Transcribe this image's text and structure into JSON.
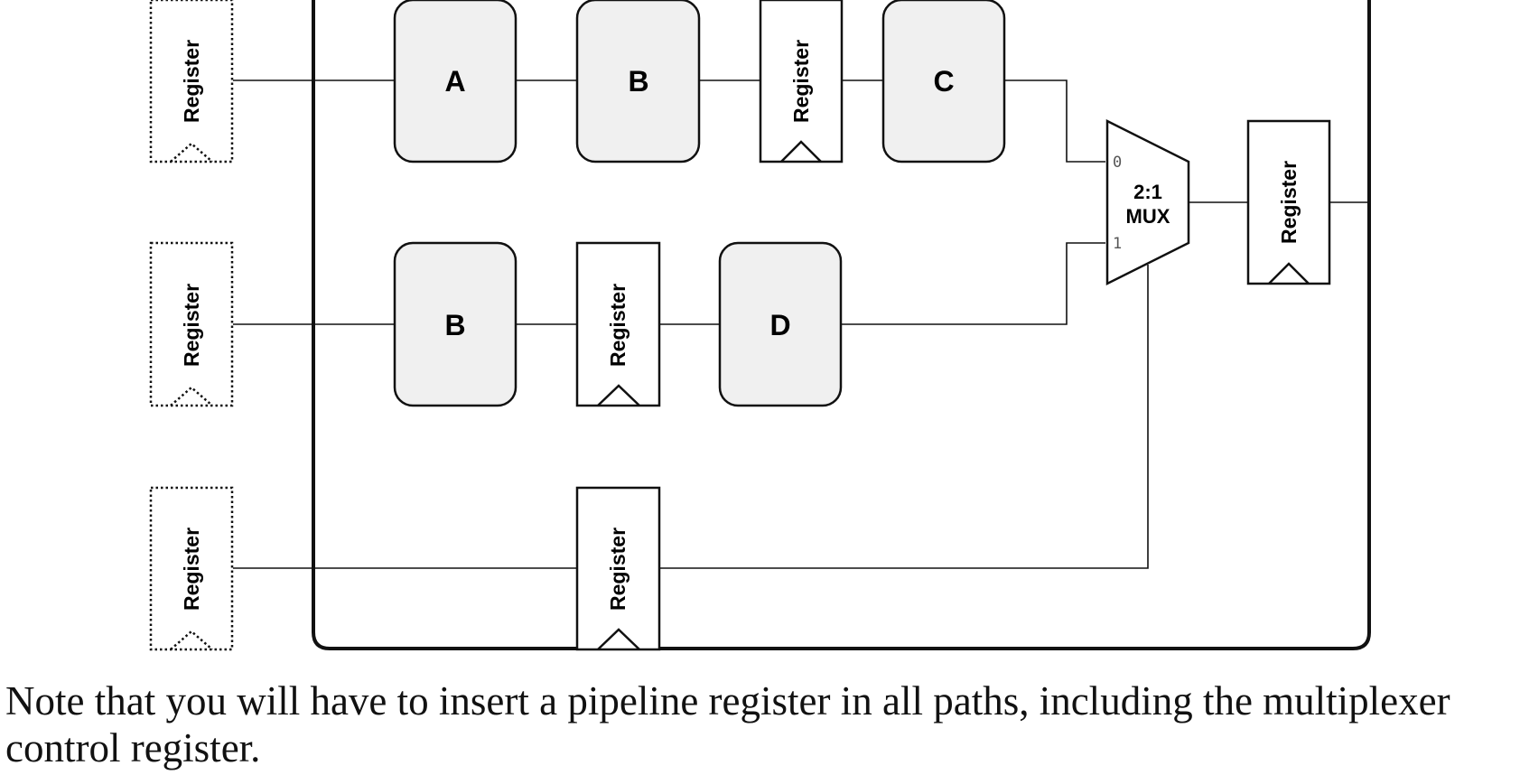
{
  "diagram": {
    "blocks": {
      "a": "A",
      "b_top": "B",
      "c": "C",
      "b_mid": "B",
      "d": "D"
    },
    "register_label": "Register",
    "mux": {
      "label_line1": "2:1",
      "label_line2": "MUX",
      "input0": "0",
      "input1": "1"
    },
    "colors": {
      "block_fill": "#f0f0f0",
      "stroke": "#111111"
    }
  },
  "caption": "Note that you will have to insert a pipeline register in all paths, including the multiplexer control register."
}
